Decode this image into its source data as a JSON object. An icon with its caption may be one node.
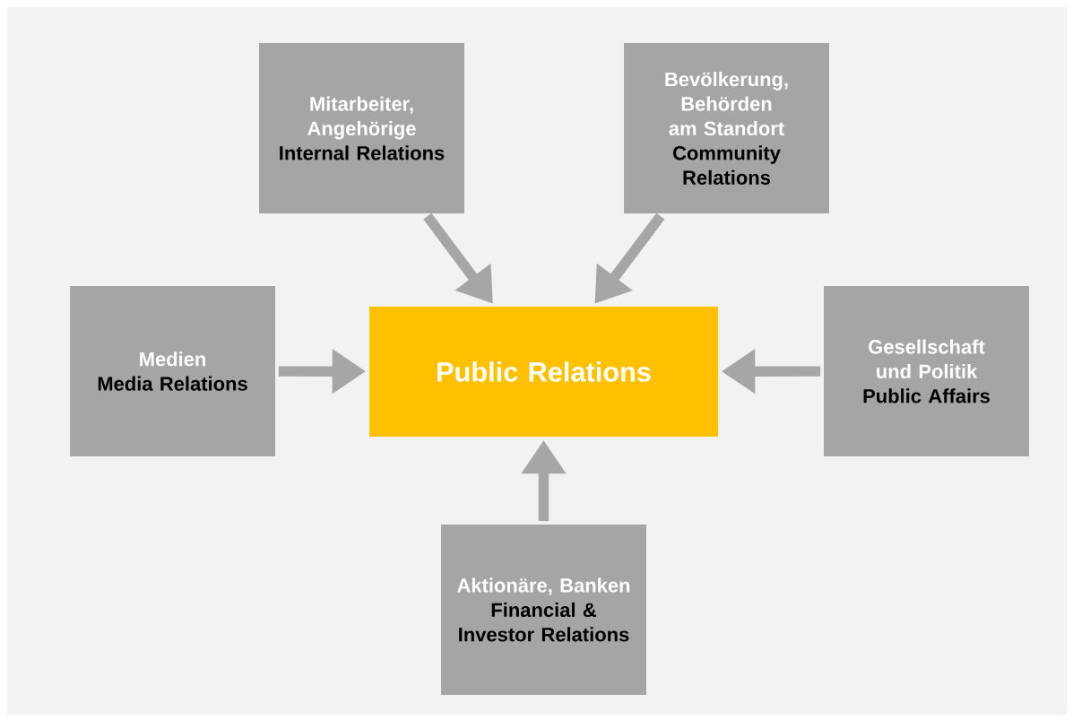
{
  "diagram": {
    "nodes": [
      {
        "text": [
          "Mitarbeiter, Angehörige",
          "Internal Relations"
        ]
      },
      {
        "text": [
          "Bevölkerung, Behörden am Standort",
          "Community Relations"
        ]
      },
      {
        "text": [
          "Medien",
          "Media Relations"
        ]
      },
      {
        "text": [
          "Public Relations"
        ]
      },
      {
        "text": [
          "Gesellschaft und Politik",
          "Public Affairs"
        ]
      },
      {
        "text": [
          "Aktionäre, Banken",
          "Financial & Investor Relations"
        ]
      }
    ],
    "edges": [
      {
        "from": 0,
        "to": 3,
        "arrow": "to"
      },
      {
        "from": 1,
        "to": 3,
        "arrow": "to"
      },
      {
        "from": 2,
        "to": 3,
        "arrow": "to"
      },
      {
        "from": 4,
        "to": 3,
        "arrow": "to"
      },
      {
        "from": 5,
        "to": 3,
        "arrow": "to"
      }
    ]
  }
}
